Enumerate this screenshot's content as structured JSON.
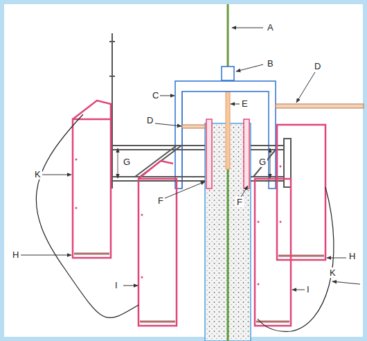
{
  "diagram": {
    "labels": [
      "A",
      "B",
      "D",
      "C",
      "E",
      "D",
      "G",
      "G",
      "K",
      "F",
      "F",
      "H",
      "H",
      "K",
      "I",
      "I"
    ]
  }
}
